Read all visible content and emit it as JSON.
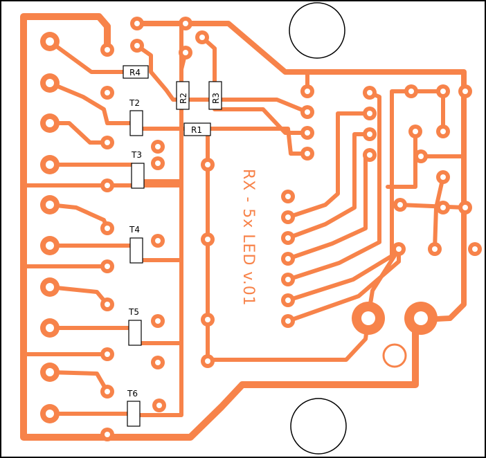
{
  "board": {
    "title": "RX - 5x LED v.01",
    "copper_color": "#f7834a",
    "outline_color": "#000000",
    "background_color": "#ffffff"
  },
  "components": {
    "R1": "R1",
    "R2": "R2",
    "R3": "R3",
    "R4": "R4",
    "T2": "T2",
    "T3": "T3",
    "T4": "T4",
    "T5": "T5",
    "T6": "T6"
  }
}
